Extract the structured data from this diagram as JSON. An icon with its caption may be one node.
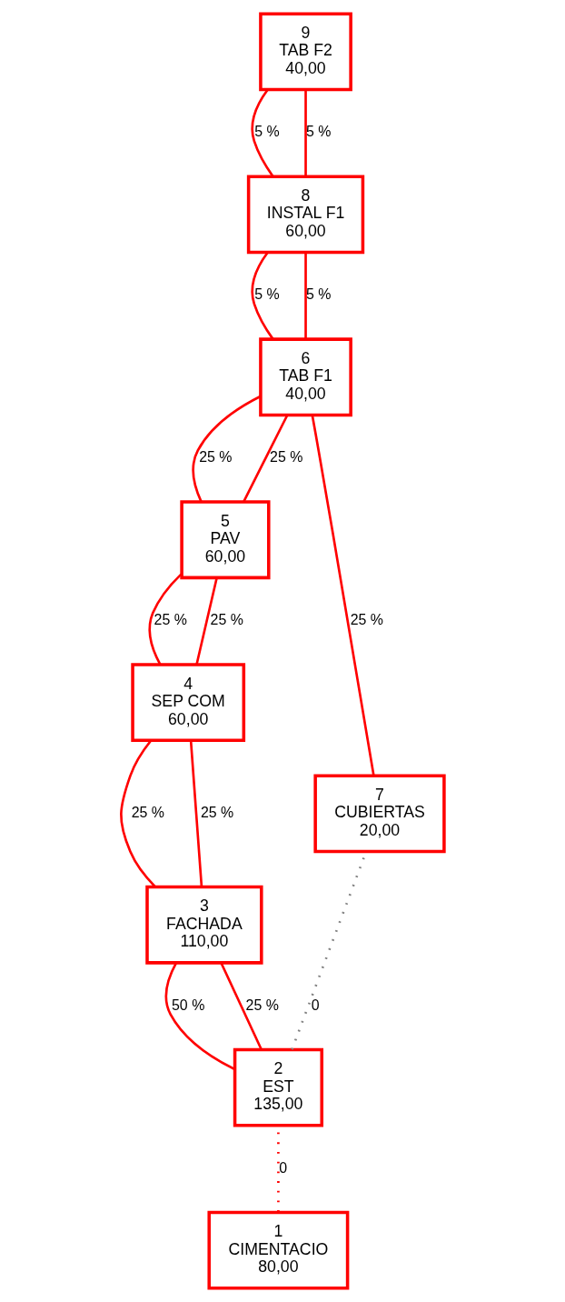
{
  "diagram": {
    "nodes": [
      {
        "text": [
          "1",
          "CIMENTACIO",
          "80,00"
        ]
      },
      {
        "text": [
          "2",
          "EST",
          "135,00"
        ]
      },
      {
        "text": [
          "3",
          "FACHADA",
          "110,00"
        ]
      },
      {
        "text": [
          "7",
          "CUBIERTAS",
          "20,00"
        ]
      },
      {
        "text": [
          "4",
          "SEP COM",
          "60,00"
        ]
      },
      {
        "text": [
          "5",
          "PAV",
          "60,00"
        ]
      },
      {
        "text": [
          "6",
          "TAB F1",
          "40,00"
        ]
      },
      {
        "text": [
          "8",
          "INSTAL F1",
          "60,00"
        ]
      },
      {
        "text": [
          "9",
          "TAB F2",
          "40,00"
        ]
      }
    ],
    "edges": [
      {
        "from": 0,
        "to": 1,
        "arrow": "none",
        "label": "0",
        "style": "dashed"
      },
      {
        "from": 1,
        "to": 2,
        "arrow": "none",
        "label": "50 %"
      },
      {
        "from": 1,
        "to": 2,
        "arrow": "none",
        "label": "25 %"
      },
      {
        "from": 1,
        "to": 3,
        "arrow": "none",
        "label": "0",
        "style": "dashed",
        "color": "#808080"
      },
      {
        "from": 2,
        "to": 4,
        "arrow": "none",
        "label": "25 %"
      },
      {
        "from": 2,
        "to": 4,
        "arrow": "none",
        "label": "25 %"
      },
      {
        "from": 4,
        "to": 5,
        "arrow": "none",
        "label": "25 %"
      },
      {
        "from": 4,
        "to": 5,
        "arrow": "none",
        "label": "25 %"
      },
      {
        "from": 3,
        "to": 6,
        "arrow": "none",
        "label": "25 %"
      },
      {
        "from": 5,
        "to": 6,
        "arrow": "none",
        "label": "25 %"
      },
      {
        "from": 5,
        "to": 6,
        "arrow": "none",
        "label": "25 %"
      },
      {
        "from": 6,
        "to": 7,
        "arrow": "none",
        "label": "5 %"
      },
      {
        "from": 6,
        "to": 7,
        "arrow": "none",
        "label": "5 %"
      },
      {
        "from": 7,
        "to": 8,
        "arrow": "none",
        "label": "5 %"
      },
      {
        "from": 7,
        "to": 8,
        "arrow": "none",
        "label": "5 %"
      }
    ]
  }
}
